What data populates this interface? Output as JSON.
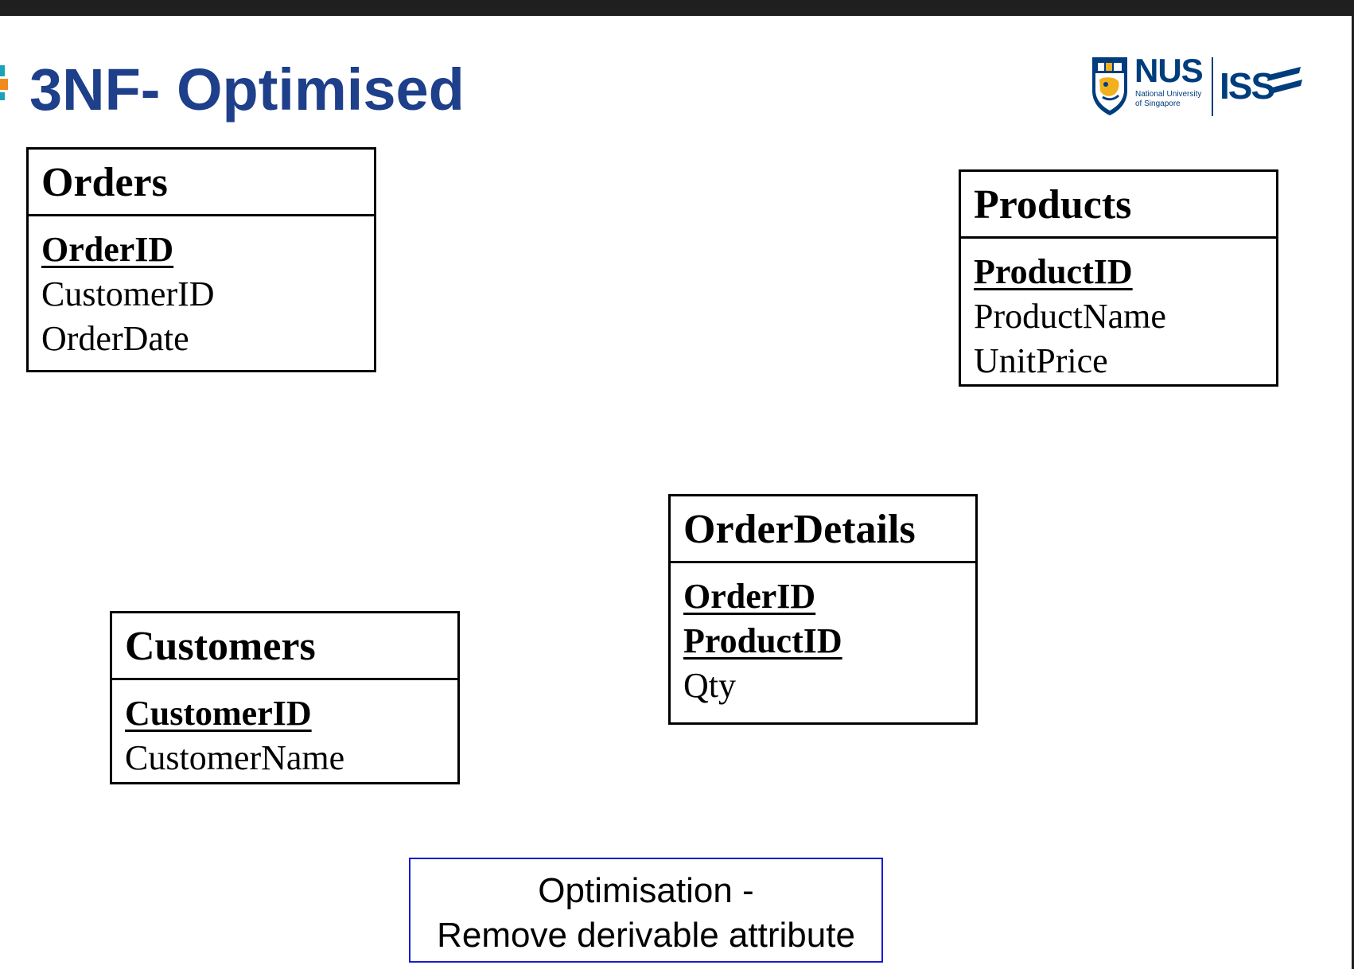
{
  "slide": {
    "title": "3NF- Optimised"
  },
  "logo": {
    "org_short": "NUS",
    "org_line1": "National University",
    "org_line2": "of Singapore",
    "partner": "ISS",
    "icons": [
      "nus-crest-icon",
      "iss-logo-icon"
    ]
  },
  "entities": {
    "orders": {
      "name": "Orders",
      "primary_keys": [
        "OrderID"
      ],
      "attributes": [
        "CustomerID",
        "OrderDate"
      ]
    },
    "products": {
      "name": "Products",
      "primary_keys": [
        "ProductID"
      ],
      "attributes": [
        "ProductName",
        "UnitPrice"
      ]
    },
    "order_details": {
      "name": "OrderDetails",
      "primary_keys": [
        "OrderID",
        "ProductID"
      ],
      "attributes": [
        "Qty"
      ]
    },
    "customers": {
      "name": "Customers",
      "primary_keys": [
        "CustomerID"
      ],
      "attributes": [
        "CustomerName"
      ]
    }
  },
  "note": {
    "line1": "Optimisation -",
    "line2": "Remove derivable attribute"
  },
  "colors": {
    "title": "#1e3f8a",
    "note_border": "#1a1ad0",
    "nus_blue": "#003d7c",
    "accent_teal": "#1aa3b8",
    "accent_orange": "#f28a1b"
  }
}
